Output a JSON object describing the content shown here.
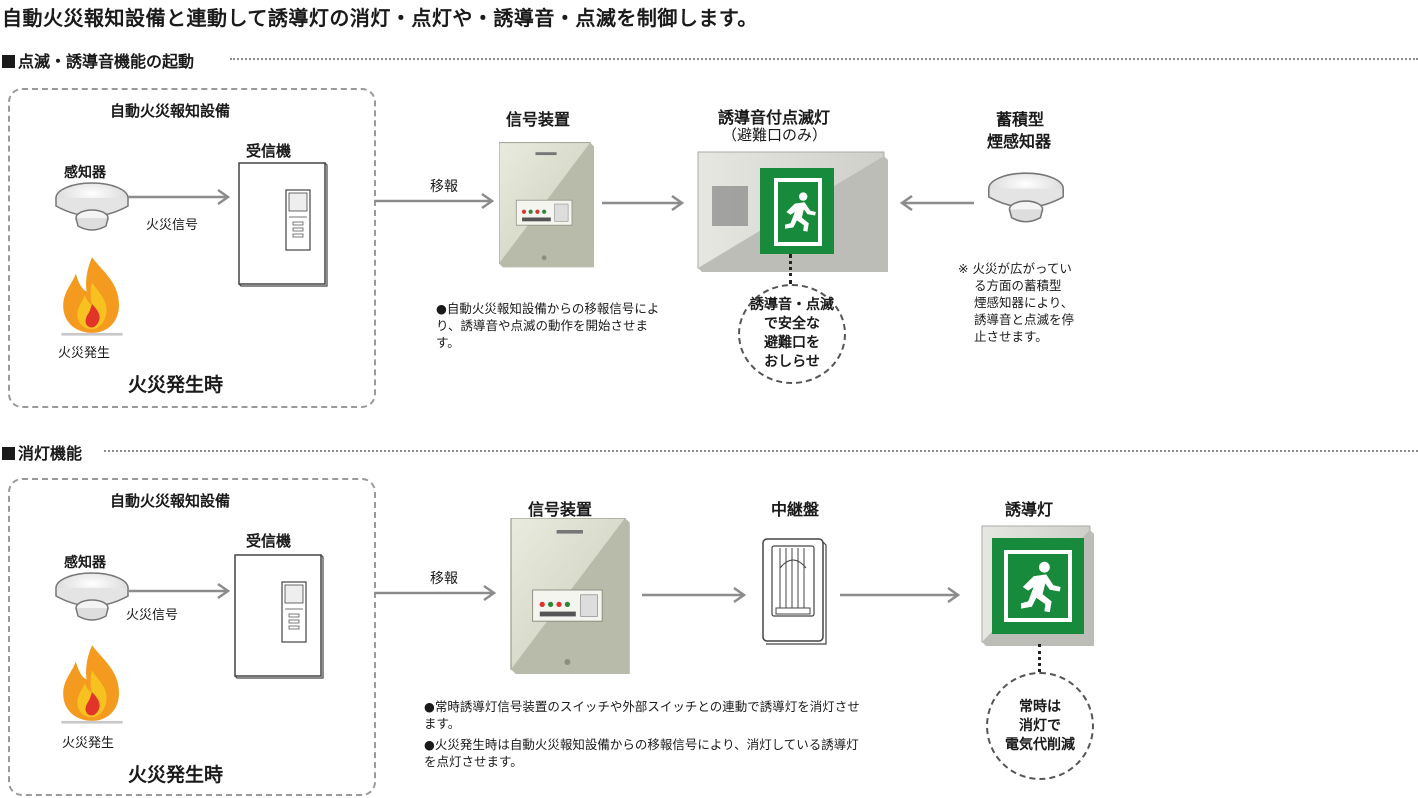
{
  "title": "自動火災報知設備と連動して誘導灯の消灯・点灯や・誘導音・点滅を制御します。",
  "colors": {
    "exit_green": "#178a3c",
    "arrow": "#8c8c8c",
    "dash": "#9a9a9a",
    "flame_orange": "#f39a1f",
    "flame_red": "#e2352a"
  },
  "section1": {
    "heading": "点滅・誘導音機能の起動",
    "alarm_system": "自動火災報知設備",
    "detector": "感知器",
    "fire_signal": "火災信号",
    "receiver": "受信機",
    "fire_outbreak": "火災発生",
    "fire_time": "火災発生時",
    "transfer": "移報",
    "signal_device": "信号装置",
    "signal_note": "●自動火災報知設備からの移報信号により、誘導音や点滅の動作を開始させます。",
    "flash_light_1": "誘導音付点滅灯",
    "flash_light_2": "（避難口のみ）",
    "circle_text": [
      "誘導音・点滅",
      "で安全な",
      "避難口を",
      "おしらせ"
    ],
    "smoke_1": "蓄積型",
    "smoke_2": "煙感知器",
    "smoke_note": [
      "※ 火災が広がってい",
      "る方面の蓄積型",
      "煙感知器により、",
      "誘導音と点滅を停",
      "止させます。"
    ]
  },
  "section2": {
    "heading": "消灯機能",
    "alarm_system": "自動火災報知設備",
    "detector": "感知器",
    "fire_signal": "火災信号",
    "receiver": "受信機",
    "fire_outbreak": "火災発生",
    "fire_time": "火災発生時",
    "transfer": "移報",
    "signal_device": "信号装置",
    "relay_panel": "中継盤",
    "guide_light": "誘導灯",
    "note_1": "●常時誘導灯信号装置のスイッチや外部スイッチとの連動で誘導灯を消灯させます。",
    "note_2": "●火災発生時は自動火災報知設備からの移報信号により、消灯している誘導灯を点灯させます。",
    "circle_text": [
      "常時は",
      "消灯で",
      "電気代削減"
    ]
  }
}
